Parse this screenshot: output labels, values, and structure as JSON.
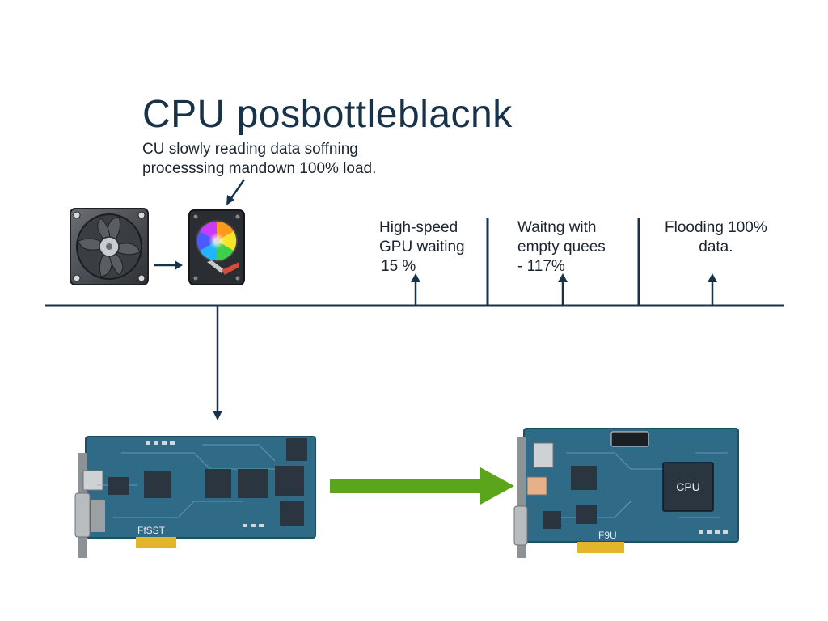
{
  "title": "CPU posbottleblacnk",
  "subtitle": [
    "CU slowly reading data soffning",
    "processsing mandown 100% load."
  ],
  "labels": [
    {
      "lines": [
        "High-speed",
        "GPU waiting",
        "15 %"
      ]
    },
    {
      "lines": [
        "Waitng with",
        "empty quees",
        "- 117%"
      ]
    },
    {
      "lines": [
        "Flooding 100%",
        "data."
      ]
    }
  ],
  "boards": {
    "left_board_text": "FfSST",
    "right_board_text": "F9U",
    "right_chip_text": "CPU"
  },
  "icons": {
    "fan": "cooling-fan-icon",
    "drive": "hard-drive-icon",
    "flow_arrow": "green-arrow-icon"
  },
  "colors": {
    "line": "#18324a",
    "board": "#2f6a86",
    "board_dark": "#1d4f66",
    "chip": "#2a3540",
    "green_arrow": "#5aa51a"
  }
}
